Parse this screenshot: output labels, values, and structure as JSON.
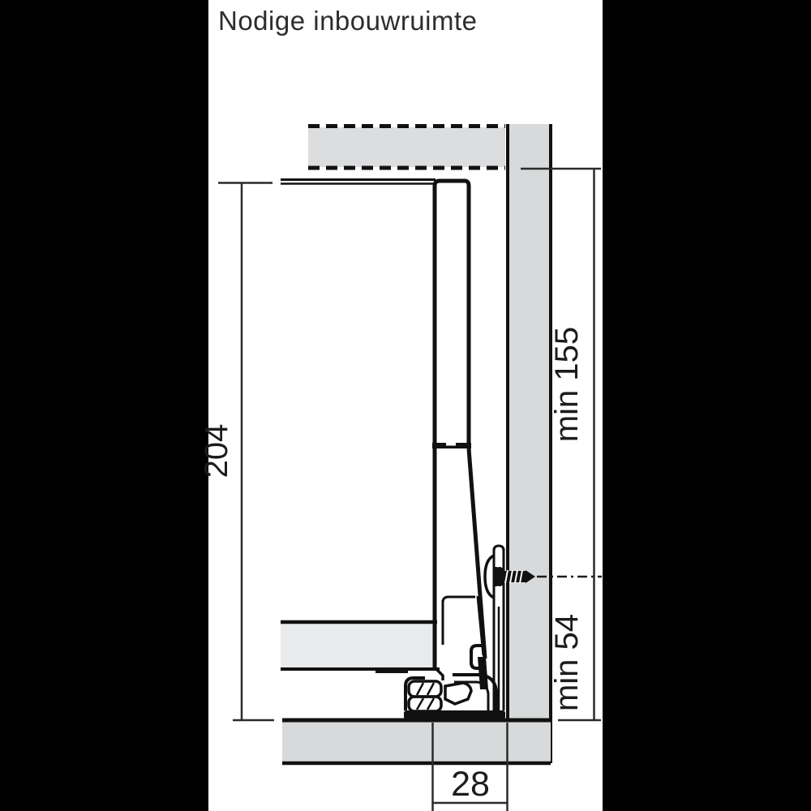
{
  "title": "Nodige inbouwruimte",
  "dimensions": {
    "total_height": "204",
    "min_clearance_top": "min 155",
    "min_clearance_bottom": "min 54",
    "runner_offset": "28"
  },
  "colors": {
    "background": "#000000",
    "panel": "#ffffff",
    "cabinet_fill": "#d8d9db",
    "cabinet_top_fill": "#dcddde",
    "drawer_bottom_fill": "#e9eaec",
    "line": "#111111",
    "dimension_line": "#2b2b2b"
  }
}
